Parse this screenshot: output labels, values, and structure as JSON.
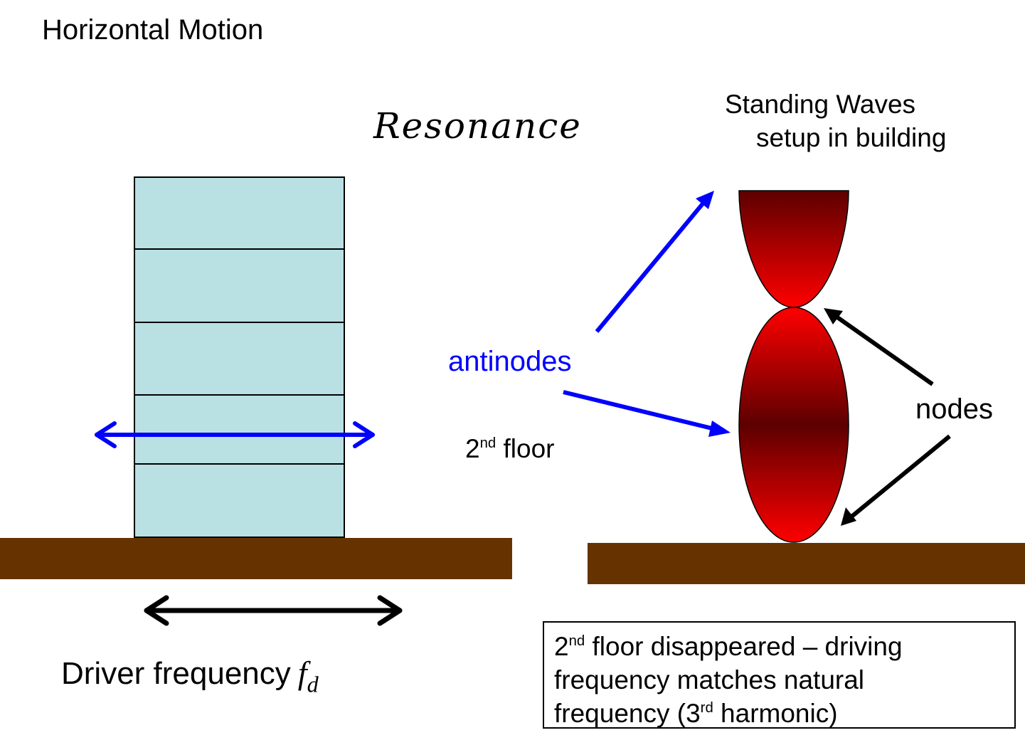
{
  "title": "Horizontal Motion",
  "heading": "Resonance",
  "standing_waves": {
    "line1": "Standing Waves",
    "line2": "setup in building"
  },
  "labels": {
    "antinodes": "antinodes",
    "nodes": "nodes",
    "floor_number": "2",
    "floor_suffix": "nd",
    "floor_word": " floor"
  },
  "driver": {
    "text": "Driver frequency",
    "symbol": "f",
    "subscript": "d"
  },
  "note": {
    "l1_num": "2",
    "l1_sup": "nd",
    "l1_rest": " floor disappeared – driving",
    "l2": "frequency matches natural",
    "l3_start": "frequency (3",
    "l3_sup": "rd",
    "l3_end": " harmonic)"
  },
  "colors": {
    "ground": "#663300",
    "building_fill": "#b9e0e3",
    "arrow_blue": "#0000ff",
    "arrow_black": "#000000",
    "wave_red": "#ff0000",
    "wave_dark": "#5c0000"
  }
}
